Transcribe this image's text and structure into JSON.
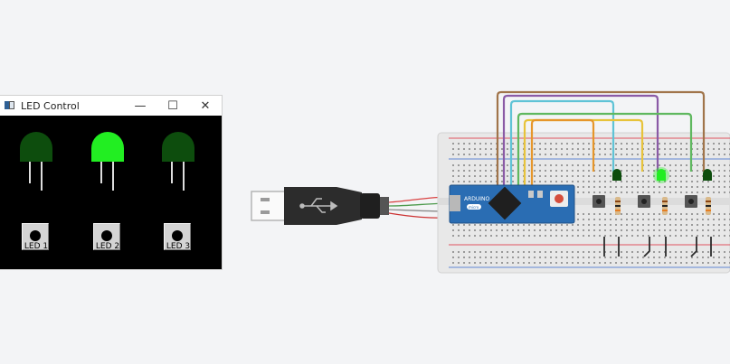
{
  "window": {
    "title": "LED Control",
    "controls": {
      "minimize": "—",
      "maximize": "☐",
      "close": "✕"
    },
    "leds": [
      {
        "label": "LED 1",
        "on": false
      },
      {
        "label": "LED 2",
        "on": true
      },
      {
        "label": "LED 3",
        "on": false
      }
    ]
  },
  "board": {
    "model_text": "ARDUINO",
    "sub_text": "micro"
  },
  "colors": {
    "led_off": "#0d4d0d",
    "led_on": "#22ee22",
    "wire_brown": "#a0744a",
    "wire_purple": "#8a5aa6",
    "wire_cyan": "#5fc3d6",
    "wire_green": "#5fb85f",
    "wire_yellow": "#e7c33a",
    "wire_orange": "#e6962a",
    "arduino_blue": "#2a6db3"
  }
}
